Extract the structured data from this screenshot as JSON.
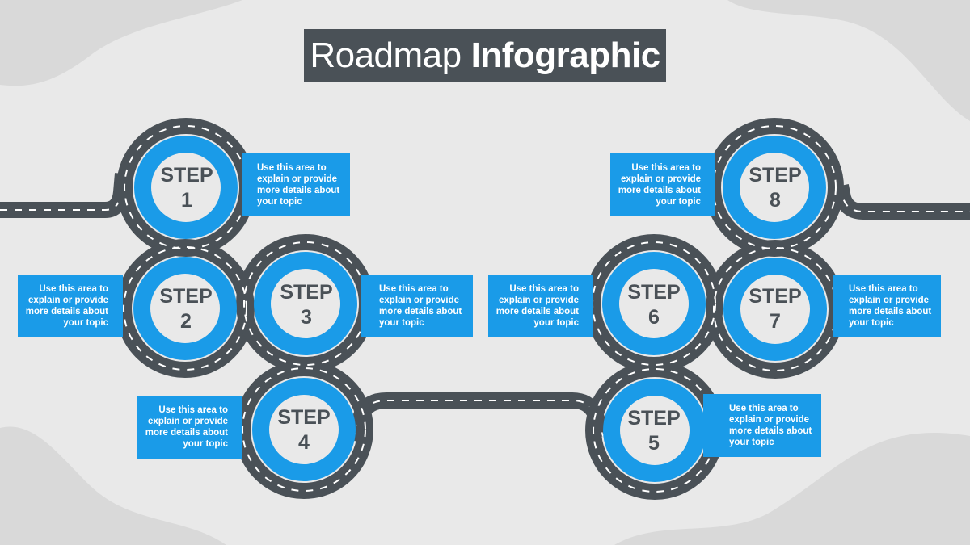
{
  "title": {
    "light": "Roadmap",
    "bold": "Infographic"
  },
  "steps": [
    {
      "word": "STEP",
      "num": "1",
      "desc": "Use this area to explain or provide more details about your topic"
    },
    {
      "word": "STEP",
      "num": "2",
      "desc": "Use this area to explain or provide more details about your topic"
    },
    {
      "word": "STEP",
      "num": "3",
      "desc": "Use this area to explain or provide more details about your topic"
    },
    {
      "word": "STEP",
      "num": "4",
      "desc": "Use this area to explain or provide more details about your topic"
    },
    {
      "word": "STEP",
      "num": "5",
      "desc": "Use this area to explain or provide more details about your topic"
    },
    {
      "word": "STEP",
      "num": "6",
      "desc": "Use this area to explain or provide more details about your topic"
    },
    {
      "word": "STEP",
      "num": "7",
      "desc": "Use this area to explain or provide more details about your topic"
    },
    {
      "word": "STEP",
      "num": "8",
      "desc": "Use this area to explain or provide more details about your topic"
    }
  ],
  "colors": {
    "road": "#4a5157",
    "accent": "#1a9be8",
    "inner": "#e9e9e9",
    "background": "#e9e9e9",
    "blob": "#d6d6d6"
  }
}
